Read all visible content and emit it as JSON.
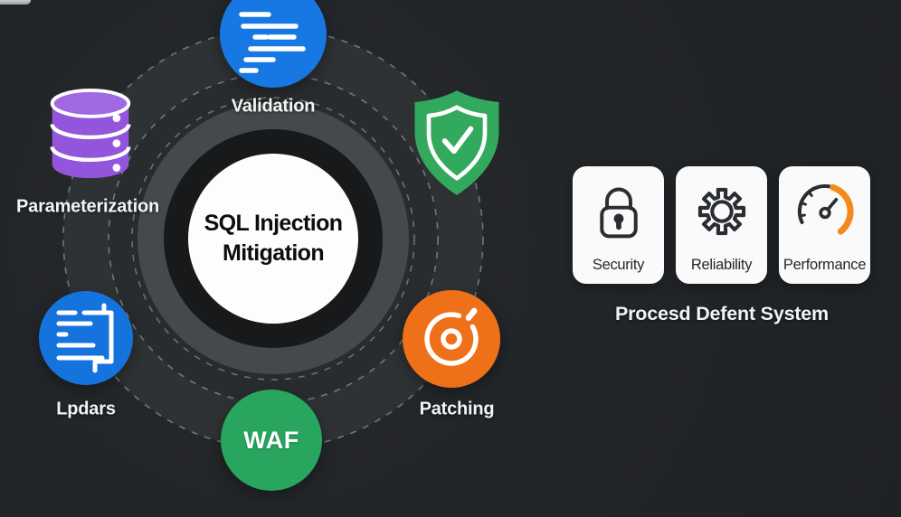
{
  "center": {
    "line1": "SQL Injection",
    "line2": "Mitigation"
  },
  "nodes": {
    "validation": {
      "label": "Validation",
      "icon": "code-lines-icon",
      "color": "#1777e3"
    },
    "parameterization": {
      "label": "Parameterization",
      "icon": "database-icon",
      "color": "#9355dc"
    },
    "shield": {
      "label": "",
      "icon": "shield-check-icon",
      "color": "#33a95d"
    },
    "updates": {
      "label": "Lpdars",
      "icon": "code-block-icon",
      "color": "#1473dc"
    },
    "waf": {
      "label": "WAF",
      "icon": "waf-circle",
      "color": "#28a55f"
    },
    "patching": {
      "label": "Patching",
      "icon": "stopwatch-disc-icon",
      "color": "#ee7019"
    }
  },
  "panel": {
    "cards": [
      {
        "label": "Security",
        "icon": "lock-icon"
      },
      {
        "label": "Reliability",
        "icon": "gear-icon"
      },
      {
        "label": "Performance",
        "icon": "gauge-icon"
      }
    ],
    "caption": "Procesd Defent System"
  },
  "colors": {
    "background": "#222528",
    "ring_outer": "#2f3234",
    "ring_mid": "#292c2e",
    "ring_gray": "#46494c",
    "ring_dark": "#17191a",
    "center_circle": "#fdfdfe",
    "dashed_stroke": "#9b9ea1",
    "gauge_orange": "#f28a1e",
    "card_background": "#fafafb"
  }
}
